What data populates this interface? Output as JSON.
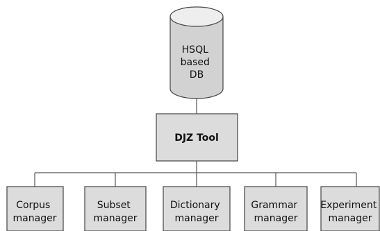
{
  "database": {
    "lines": [
      "HSQL",
      "based",
      "DB"
    ]
  },
  "tool": {
    "label": "DJZ Tool"
  },
  "modules": [
    {
      "lines": [
        "Corpus",
        "manager"
      ]
    },
    {
      "lines": [
        "Subset",
        "manager"
      ]
    },
    {
      "lines": [
        "Dictionary",
        "manager"
      ]
    },
    {
      "lines": [
        "Grammar",
        "manager"
      ]
    },
    {
      "lines": [
        "Experiment",
        "manager"
      ]
    }
  ],
  "colors": {
    "box_fill": "#dcdcdc",
    "cylinder_body": "#d2d2d2",
    "cylinder_top": "#eeeeee",
    "stroke": "#444444"
  }
}
